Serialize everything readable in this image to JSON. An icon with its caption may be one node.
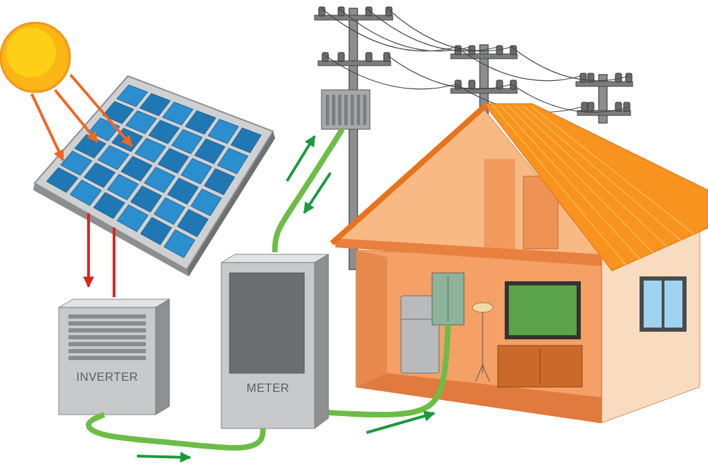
{
  "diagram": {
    "nodes": [
      {
        "text": [],
        "shape": "picture"
      },
      {
        "text": [],
        "shape": "picture"
      },
      {
        "text": [
          "INVERTER"
        ]
      },
      {
        "text": [
          "METER"
        ]
      },
      {
        "text": [],
        "shape": "picture"
      },
      {
        "text": [],
        "shape": "picture"
      },
      {
        "text": [],
        "shape": "picture",
        "in": 5
      }
    ],
    "edges": [
      {
        "from": 0,
        "to": 1,
        "arrow": "to",
        "color": "#f26522"
      },
      {
        "from": 0,
        "to": 1,
        "arrow": "to",
        "color": "#f26522"
      },
      {
        "from": 0,
        "to": 1,
        "arrow": "to",
        "color": "#f26522"
      },
      {
        "from": 1,
        "to": 2,
        "arrow": "to",
        "color": "#d9261c"
      },
      {
        "from": 1,
        "to": 2,
        "arrow": "none",
        "color": "#d9261c"
      },
      {
        "from": 2,
        "to": 3,
        "arrow": "none",
        "style": "thick",
        "color": "#6cbd45"
      },
      {
        "from": 3,
        "to": 4,
        "arrow": "none",
        "style": "thick",
        "color": "#6cbd45"
      },
      {
        "from": 3,
        "to": 6,
        "arrow": "none",
        "style": "thick",
        "color": "#6cbd45"
      }
    ]
  }
}
